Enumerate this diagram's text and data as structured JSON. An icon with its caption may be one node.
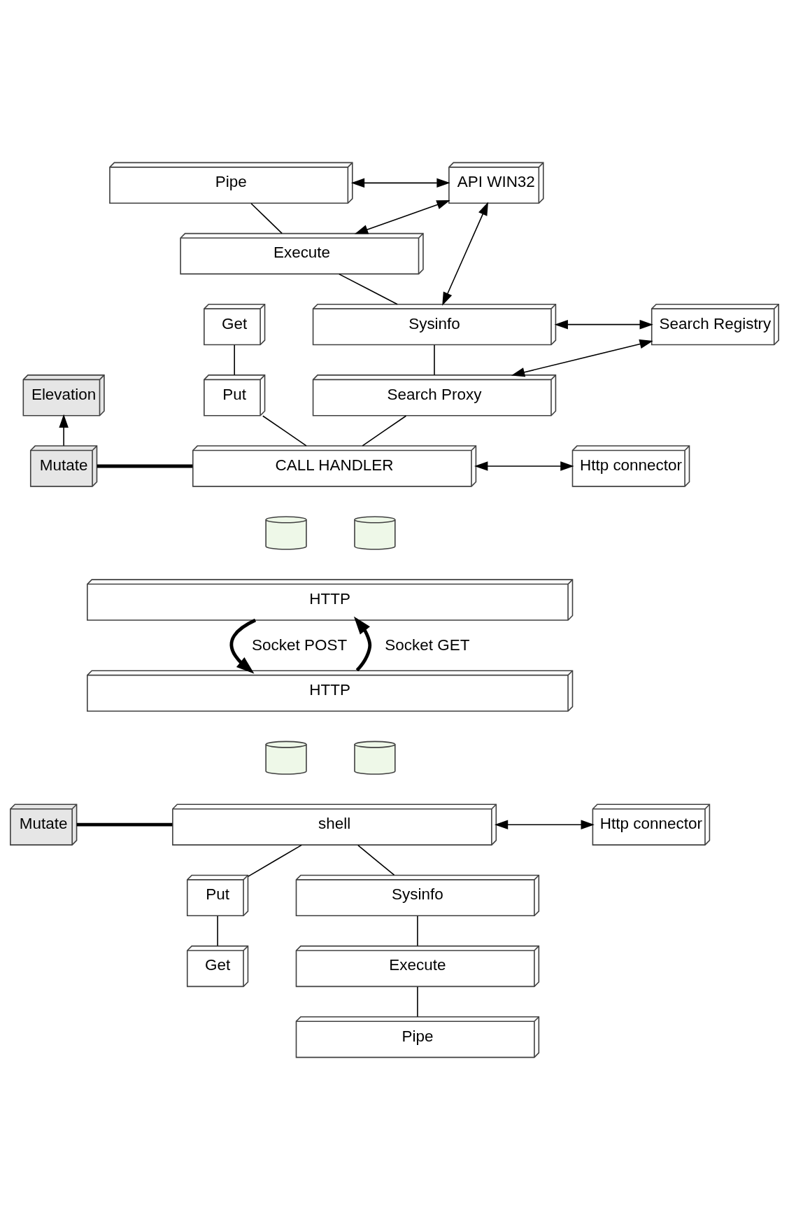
{
  "diagram": {
    "nodes": [
      {
        "text": [
          "API WIN32"
        ]
      },
      {
        "text": [
          "Pipe"
        ]
      },
      {
        "text": [
          "Execute"
        ]
      },
      {
        "text": [
          "Sysinfo"
        ]
      },
      {
        "text": [
          "Search Registry"
        ]
      },
      {
        "text": [
          "Get"
        ]
      },
      {
        "text": [
          "Elevation"
        ]
      },
      {
        "text": [
          "Put"
        ]
      },
      {
        "text": [
          "Search Proxy"
        ]
      },
      {
        "text": [
          "Mutate"
        ]
      },
      {
        "text": [
          "CALL HANDLER"
        ]
      },
      {
        "text": [
          "Http connector"
        ]
      },
      {
        "text": [],
        "shape": "cylinder"
      },
      {
        "text": [],
        "shape": "cylinder"
      },
      {
        "text": [
          "HTTP"
        ]
      },
      {
        "text": [
          "HTTP"
        ]
      },
      {
        "text": [],
        "shape": "cylinder"
      },
      {
        "text": [],
        "shape": "cylinder"
      },
      {
        "text": [
          "Mutate"
        ]
      },
      {
        "text": [
          "shell"
        ]
      },
      {
        "text": [
          "Http connector"
        ]
      },
      {
        "text": [
          "Put"
        ]
      },
      {
        "text": [
          "Sysinfo"
        ]
      },
      {
        "text": [
          "Get"
        ]
      },
      {
        "text": [
          "Execute"
        ]
      },
      {
        "text": [
          "Pipe"
        ]
      }
    ],
    "edges": [
      {
        "from": 1,
        "to": 2,
        "arrow": "none"
      },
      {
        "from": 2,
        "to": 3,
        "arrow": "none"
      },
      {
        "from": 3,
        "to": 8,
        "arrow": "none"
      },
      {
        "from": 8,
        "to": 10,
        "arrow": "none"
      },
      {
        "from": 5,
        "to": 7,
        "arrow": "none"
      },
      {
        "from": 7,
        "to": 10,
        "arrow": "none"
      },
      {
        "from": 9,
        "to": 6,
        "arrow": "to"
      },
      {
        "from": 9,
        "to": 10,
        "arrow": "none",
        "style": "thick"
      },
      {
        "from": 1,
        "to": 0,
        "arrow": "both"
      },
      {
        "from": 2,
        "to": 0,
        "arrow": "both"
      },
      {
        "from": 3,
        "to": 0,
        "arrow": "both"
      },
      {
        "from": 3,
        "to": 4,
        "arrow": "both"
      },
      {
        "from": 8,
        "to": 4,
        "arrow": "both"
      },
      {
        "from": 10,
        "to": 11,
        "arrow": "both"
      },
      {
        "from": 14,
        "to": 15,
        "label": "Socket POST",
        "arrow": "to",
        "style": "thick"
      },
      {
        "from": 15,
        "to": 14,
        "label": "Socket GET",
        "arrow": "to",
        "style": "thick"
      },
      {
        "from": 18,
        "to": 19,
        "arrow": "none",
        "style": "thick"
      },
      {
        "from": 19,
        "to": 20,
        "arrow": "both"
      },
      {
        "from": 19,
        "to": 21,
        "arrow": "none"
      },
      {
        "from": 21,
        "to": 23,
        "arrow": "none"
      },
      {
        "from": 19,
        "to": 22,
        "arrow": "none"
      },
      {
        "from": 22,
        "to": 24,
        "arrow": "none"
      },
      {
        "from": 24,
        "to": 25,
        "arrow": "none"
      }
    ]
  }
}
